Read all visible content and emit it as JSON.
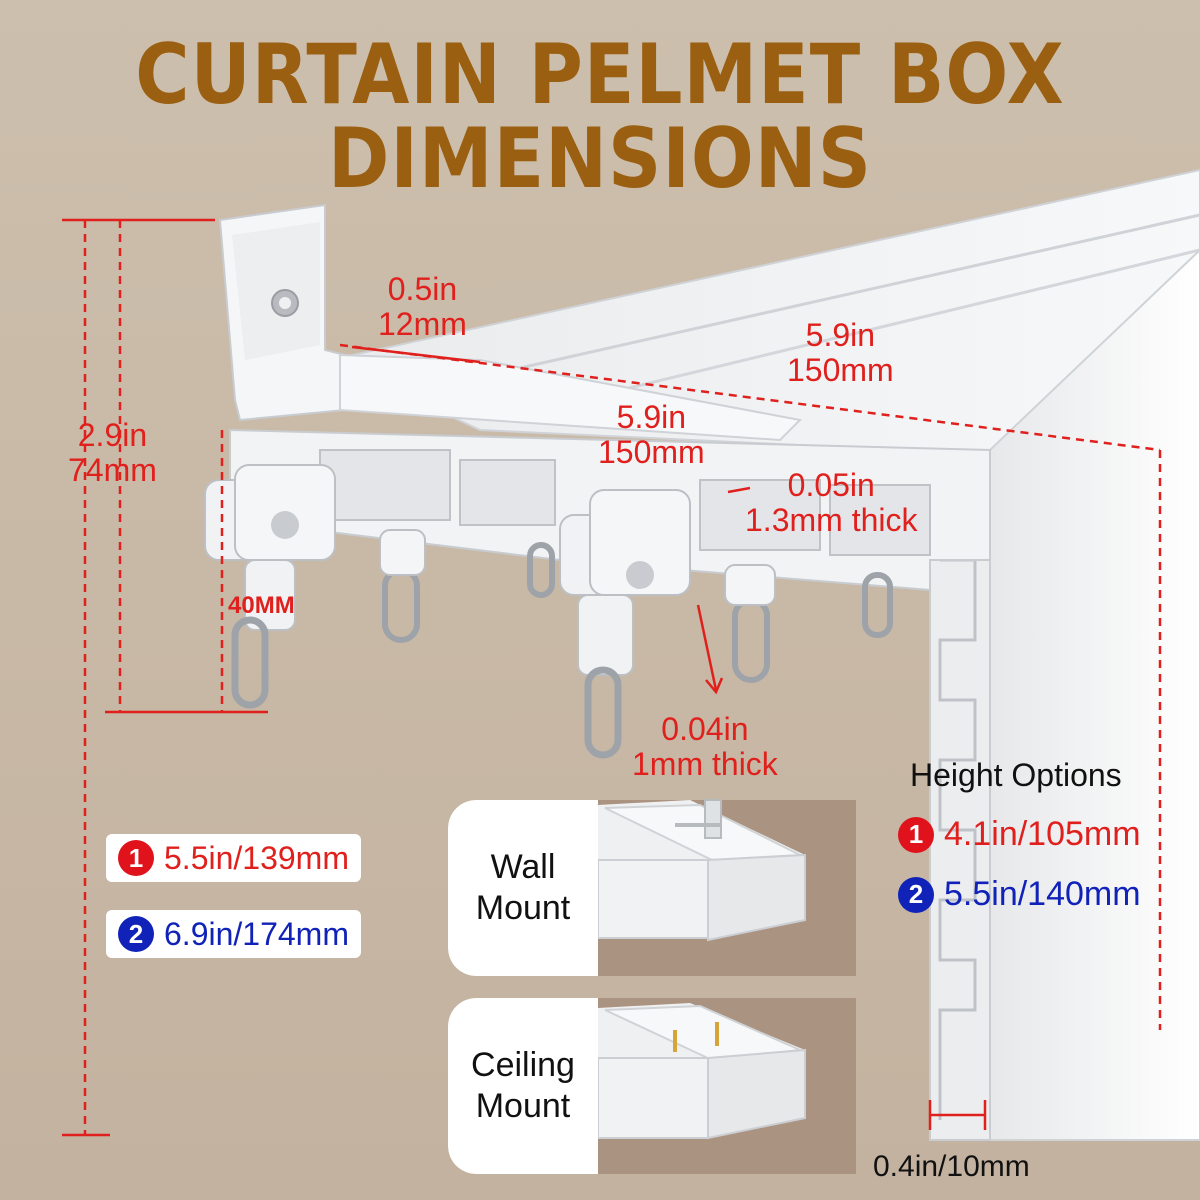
{
  "title": {
    "line1": "CURTAIN PELMET BOX",
    "line2": "DIMENSIONS"
  },
  "dimensions": {
    "flange_in": "0.5in",
    "flange_mm": "12mm",
    "depth_top_in": "5.9in",
    "depth_top_mm": "150mm",
    "depth_mid_in": "5.9in",
    "depth_mid_mm": "150mm",
    "height_in": "2.9in",
    "height_mm": "74mm",
    "wall_in": "0.05in",
    "wall_mm": "1.3mm thick",
    "glider_in": "0.04in",
    "glider_mm": "1mm thick",
    "bottom_gap": "0.4in/10mm",
    "glider_height": "40MM"
  },
  "total_options": [
    {
      "num": "1",
      "value": "5.5in/139mm",
      "color": "#e0121b"
    },
    {
      "num": "2",
      "value": "6.9in/174mm",
      "color": "#1022b8"
    }
  ],
  "height_options": {
    "title": "Height Options",
    "items": [
      {
        "num": "1",
        "value": "4.1in/105mm",
        "color": "#e0121b"
      },
      {
        "num": "2",
        "value": "5.5in/140mm",
        "color": "#1022b8"
      }
    ]
  },
  "mounts": {
    "wall": "Wall\nMount",
    "ceiling": "Ceiling\nMount"
  }
}
